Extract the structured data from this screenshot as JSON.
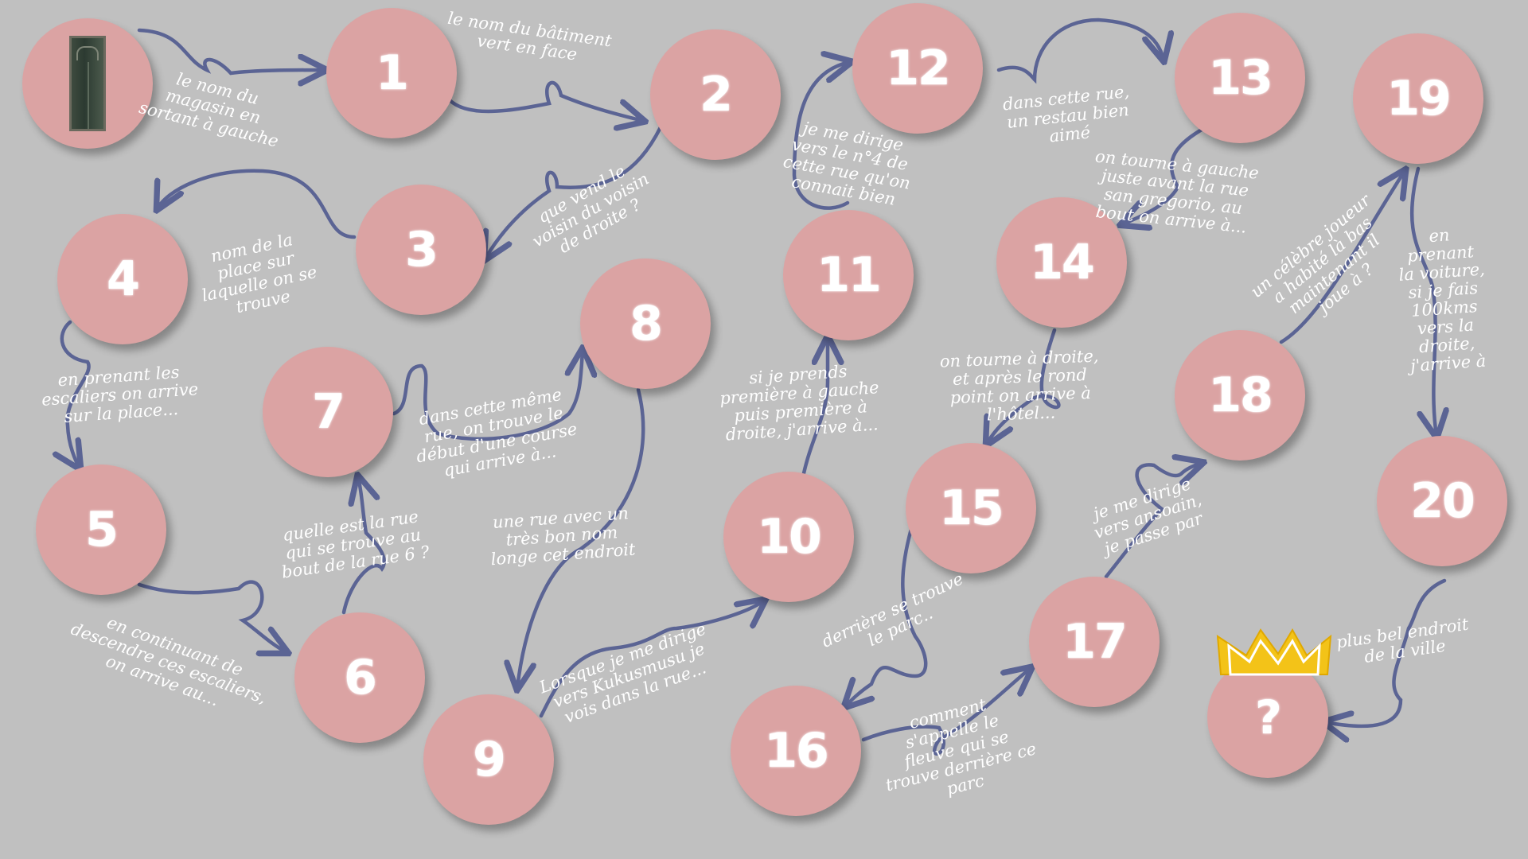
{
  "colors": {
    "background": "#c0c0c0",
    "node": "#dba3a3",
    "arrow": "#5b6494",
    "text": "#ffffff",
    "crown": "#f3c318"
  },
  "start": {
    "icon": "door-photo"
  },
  "nodes": [
    {
      "id": "1",
      "label": "1"
    },
    {
      "id": "2",
      "label": "2"
    },
    {
      "id": "3",
      "label": "3"
    },
    {
      "id": "4",
      "label": "4"
    },
    {
      "id": "5",
      "label": "5"
    },
    {
      "id": "6",
      "label": "6"
    },
    {
      "id": "7",
      "label": "7"
    },
    {
      "id": "8",
      "label": "8"
    },
    {
      "id": "9",
      "label": "9"
    },
    {
      "id": "10",
      "label": "10"
    },
    {
      "id": "11",
      "label": "11"
    },
    {
      "id": "12",
      "label": "12"
    },
    {
      "id": "13",
      "label": "13"
    },
    {
      "id": "14",
      "label": "14"
    },
    {
      "id": "15",
      "label": "15"
    },
    {
      "id": "16",
      "label": "16"
    },
    {
      "id": "17",
      "label": "17"
    },
    {
      "id": "18",
      "label": "18"
    },
    {
      "id": "19",
      "label": "19"
    },
    {
      "id": "20",
      "label": "20"
    },
    {
      "id": "final",
      "label": "?"
    }
  ],
  "clues": {
    "start_1": "le nom du\nmagasin en\nsortant à gauche",
    "c1_2": "le nom du bâtiment\nvert en face",
    "c2_3": "que vend le\nvoisin du voisin\nde droite ?",
    "c3_4": "nom de la\nplace sur\nlaquelle on se\ntrouve",
    "c4_5": "en prenant les\nescaliers on arrive\nsur la place...",
    "c5_6": "en continuant de\ndescendre ces escaliers,\non arrive au...",
    "c6_7": "quelle est la rue\nqui se trouve au\nbout de la rue 6 ?",
    "c7_8": "dans cette même\nrue, on trouve le\ndébut d'une course\nqui arrive à...",
    "c8_9": "une rue avec un\ntrès bon nom\nlonge cet endroit",
    "c9_10": "Lorsque je me dirige\nvers Kukusmusu je\nvois dans la rue...",
    "c10_11": "si je prends\npremière à gauche\npuis première à\ndroite, j'arrive à...",
    "c11_12": "je me dirige\nvers le n°4 de\ncette rue qu'on\nconnait bien",
    "c12_13": "dans cette rue,\nun restau bien\naimé",
    "c13_14": "on tourne à gauche\njuste avant la rue\nsan gregorio, au\nbout on arrive à...",
    "c14_15": "on tourne à droite,\net après le rond\npoint on arrive à\nl'hôtel...",
    "c15_16": "derrière se trouve\nle parc..",
    "c16_17": "comment\ns'appelle le\nfleuve qui se\ntrouve derrière ce\nparc",
    "c17_18": "je me dirige\nvers ansoain,\nje passe par",
    "c18_19": "un célèbre joueur\na habité là bas\nmaintenant il\njoue à ?",
    "c19_20": "en\nprenant\nla voiture,\nsi je fais\n100kms\nvers la\ndroite,\nj'arrive à",
    "c20_final": "plus bel endroit\nde la ville"
  },
  "final": {
    "icon": "crown-icon"
  }
}
